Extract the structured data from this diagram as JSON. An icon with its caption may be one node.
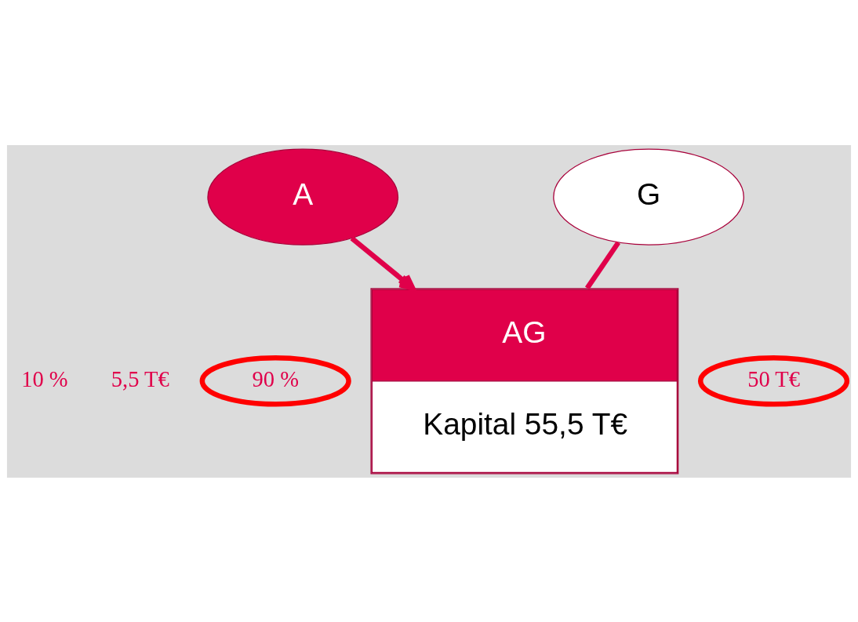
{
  "diagram": {
    "nodes": [
      {
        "text": [
          "A"
        ]
      },
      {
        "text": [
          "G"
        ]
      },
      {
        "text": [
          "AG",
          "Kapital 55,5 T€"
        ]
      },
      {
        "text": [
          "90 %"
        ]
      },
      {
        "text": [
          "50 T€"
        ]
      }
    ],
    "edges": [
      {
        "from": 0,
        "to": 2,
        "arrow": "to"
      },
      {
        "from": 1,
        "to": 2,
        "arrow": "none"
      }
    ],
    "labels": [
      "10 %",
      "5,5 T€"
    ]
  }
}
